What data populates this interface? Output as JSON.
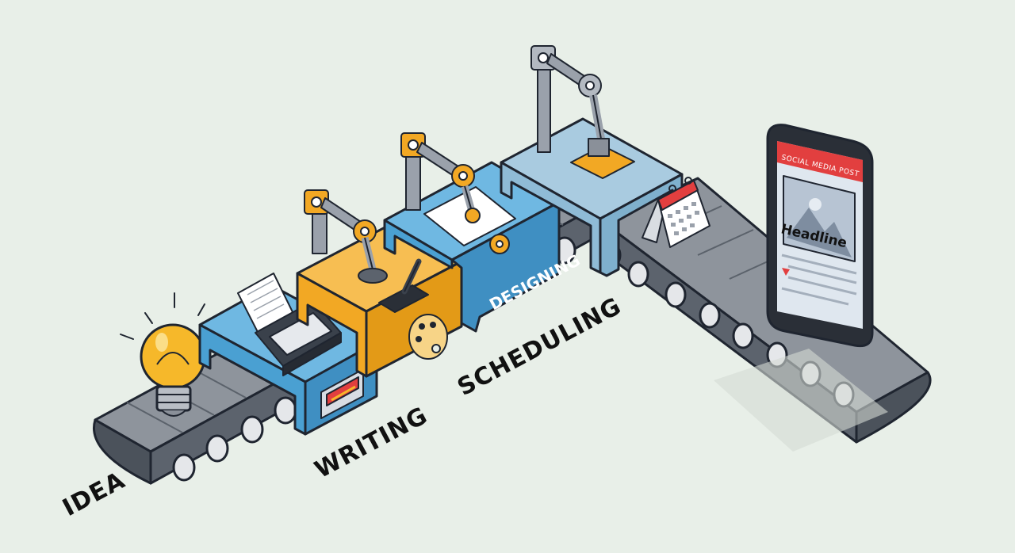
{
  "stages": {
    "idea": "IDEA",
    "writing": "WRITING",
    "designing": "DESIGNING",
    "scheduling": "SCHEDULING"
  },
  "phone": {
    "header": "SOCIAL MEDIA POST",
    "headline": "Headline"
  },
  "colors": {
    "background": "#e8efe8",
    "blue": "#4aa0d2",
    "orange": "#f2a824",
    "belt": "#6b7280",
    "red": "#e03434"
  },
  "icons": [
    "light-bulb-icon",
    "typewriter-icon",
    "printer-icon",
    "robot-arm-icon",
    "pen-tablet-icon",
    "palette-icon",
    "calendar-icon",
    "smartphone-icon",
    "image-placeholder-icon"
  ]
}
